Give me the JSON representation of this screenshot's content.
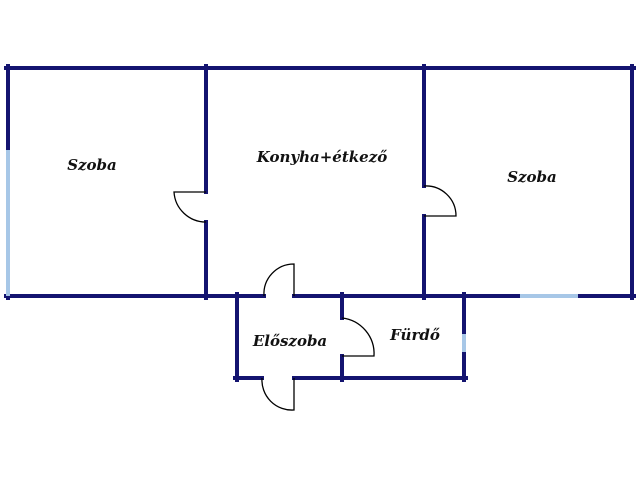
{
  "plan": {
    "wall_color": "#141470",
    "window_color": "#a7c7e7",
    "door_color": "#000000",
    "background": "#ffffff",
    "rooms": [
      {
        "id": "room-left",
        "label": "Szoba"
      },
      {
        "id": "room-kitchen",
        "label": "Konyha+étkező"
      },
      {
        "id": "room-right",
        "label": "Szoba"
      },
      {
        "id": "room-hall",
        "label": "Előszoba"
      },
      {
        "id": "room-bath",
        "label": "Fürdő"
      }
    ]
  }
}
